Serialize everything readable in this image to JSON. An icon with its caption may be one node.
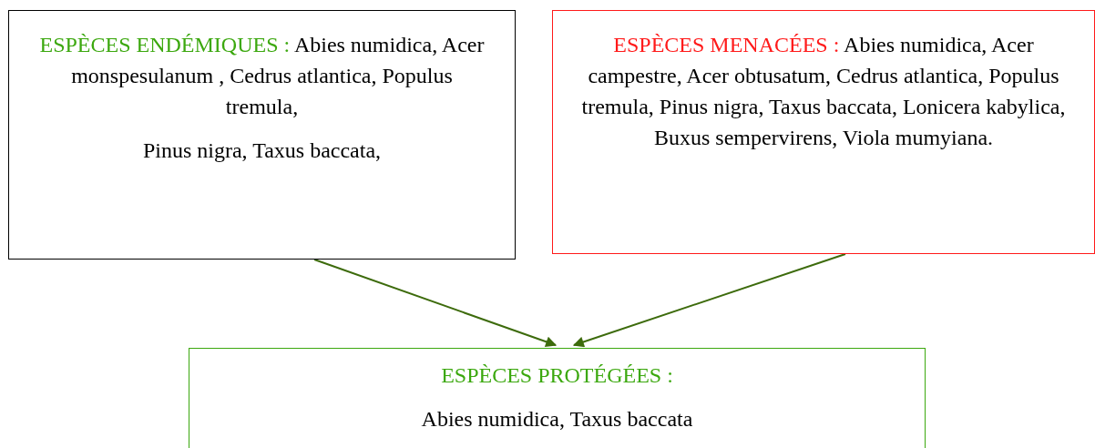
{
  "diagram": {
    "nodes": [
      {
        "text": [
          "ESPÈCES ENDÉMIQUES :",
          "Abies numidica, Acer monspesulanum , Cedrus atlantica, Populus tremula,",
          "Pinus nigra, Taxus baccata,"
        ]
      },
      {
        "text": [
          "ESPÈCES MENACÉES :",
          "Abies numidica, Acer campestre, Acer obtusatum, Cedrus atlantica, Populus tremula, Pinus nigra, Taxus baccata, Lonicera kabylica, Buxus sempervirens, Viola mumyiana."
        ]
      },
      {
        "text": [
          "ESPÈCES PROTÉGÉES :",
          "Abies numidica, Taxus baccata"
        ]
      }
    ],
    "edges": [
      {
        "from": 0,
        "to": 2,
        "arrow": "to"
      },
      {
        "from": 1,
        "to": 2,
        "arrow": "to"
      }
    ]
  }
}
